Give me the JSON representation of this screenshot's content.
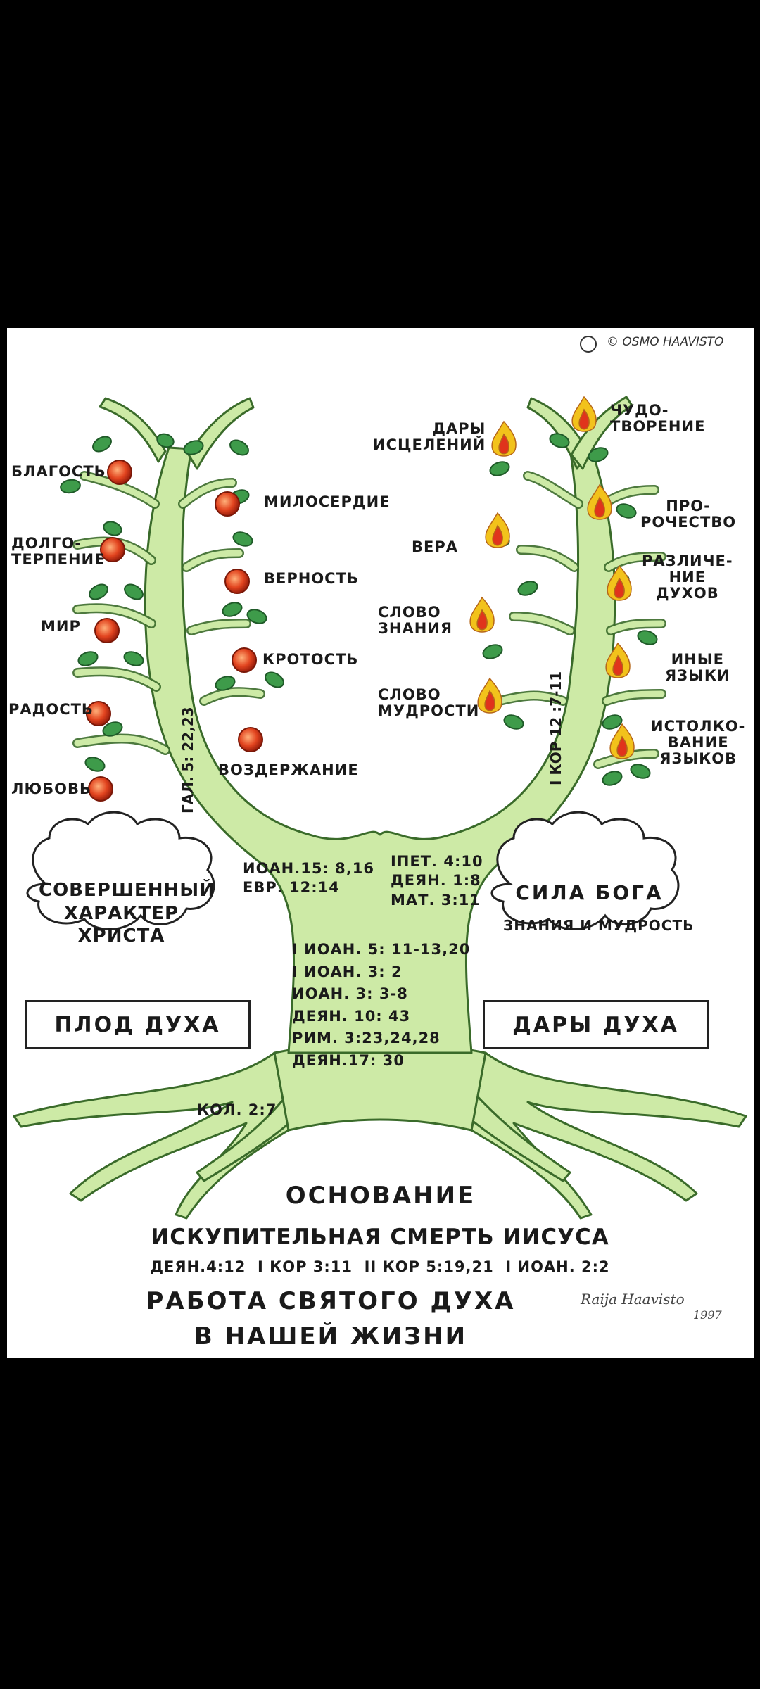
{
  "copyright": "© OSMO HAAVISTO",
  "fruits": {
    "blagost": "БЛАГОСТЬ",
    "miloserdie": "МИЛОСЕРДИЕ",
    "dolgoterpenie": "ДОЛГО-\nТЕРПЕНИЕ",
    "vernost": "ВЕРНОСТЬ",
    "mir": "МИР",
    "krotost": "КРОТОСТЬ",
    "radost": "РАДОСТЬ",
    "vozderzhanie": "ВОЗДЕРЖАНИЕ",
    "lyubov": "ЛЮБОВЬ"
  },
  "gifts": {
    "istseleniy": "ДАРЫ\nИСЦЕЛЕНИЙ",
    "chudotvorenie": "ЧУДО-\nТВОРЕНИЕ",
    "prorochestvo": "ПРО-\nРОЧЕСТВО",
    "vera": "ВЕРА",
    "razlichenie": "РАЗЛИЧЕ-\nНИЕ\nДУХОВ",
    "slovo_znaniya": "СЛОВО\nЗНАНИЯ",
    "inye_yazyki": "ИНЫЕ\nЯЗЫКИ",
    "slovo_mudrosti": "СЛОВО\nМУДРОСТИ",
    "istolkovanie": "ИСТОЛКО-\nВАНИЕ\nЯЗЫКОВ"
  },
  "refs": {
    "gal": "ГАЛ. 5: 22,23",
    "kor": "I КОР 12 :7-11",
    "left_trunk": "ИОАН.15: 8,16\nЕВР. 12:14",
    "right_trunk": "IПЕТ. 4:10\nДЕЯН. 1:8\nМАТ. 3:11",
    "center": "I ИОАН. 5: 11-13,20\nI ИОАН. 3: 2\nИОАН. 3: 3-8\nДЕЯН. 10: 43\nРИМ. 3:23,24,28\nДЕЯН.17: 30",
    "kol": "КОЛ. 2:7",
    "bottom": "ДЕЯН.4:12  I КОР 3:11  II КОР 5:19,21  I ИОАН. 2:2"
  },
  "clouds": {
    "left": "СОВЕРШЕННЫЙ\nХАРАКТЕР\nХРИСТА",
    "right_1": "СИЛА БОГА",
    "right_2": "ЗНАНИЯ И МУДРОСТЬ"
  },
  "boxes": {
    "left": "ПЛОД ДУХА",
    "right": "ДАРЫ ДУХА"
  },
  "foundation": {
    "title": "ОСНОВАНИЕ",
    "subtitle": "ИСКУПИТЕЛЬНАЯ СМЕРТЬ ИИСУСА",
    "work_line1": "РАБОТА СВЯТОГО ДУХА",
    "work_line2": "В НАШЕЙ ЖИЗНИ"
  },
  "signature": {
    "name": "Raija Haavisto",
    "year": "1997"
  },
  "colors": {
    "tree": "#cdeaa6",
    "outline": "#3a6b2a",
    "leaf": "#3e9b4a",
    "fruit": "#d9381f",
    "flame_outer": "#f2c21b",
    "flame_inner": "#e0341c"
  }
}
